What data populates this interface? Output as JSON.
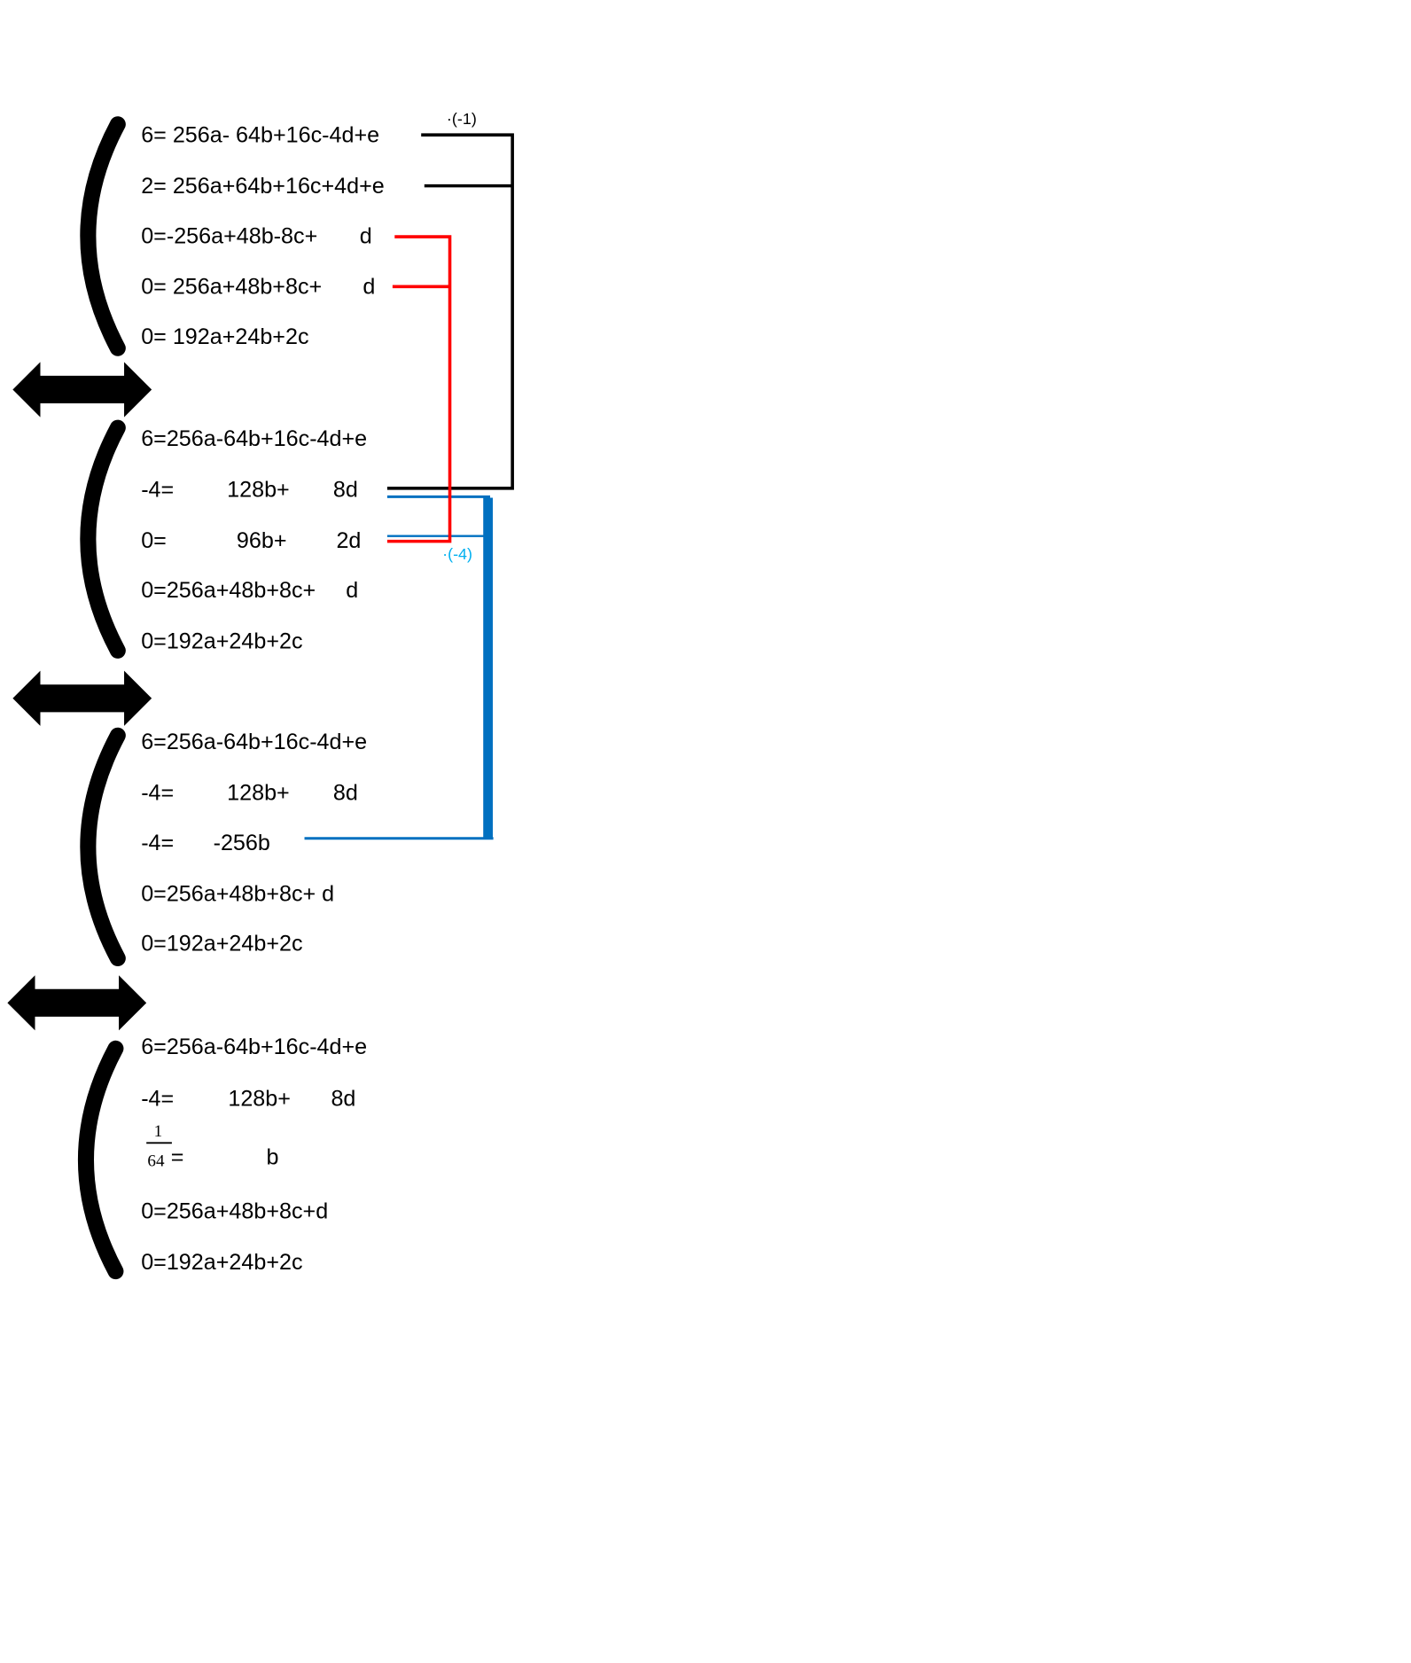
{
  "system1": {
    "eq1": "6= 256a- 64b+16c-4d+e",
    "eq2": "2= 256a+64b+16c+4d+e",
    "eq3a": "0=-256a+48b-8c+",
    "eq3b": "d",
    "eq4a": "0= 256a+48b+8c+",
    "eq4b": "d",
    "eq5": "0= 192a+24b+2c"
  },
  "system2": {
    "eq1": "6=256a-64b+16c-4d+e",
    "eq2a": "-4=",
    "eq2b": "128b+",
    "eq2c": "8d",
    "eq3a": "0=",
    "eq3b": "96b+",
    "eq3c": "2d",
    "eq4a": "0=256a+48b+8c+",
    "eq4b": "d",
    "eq5": "0=192a+24b+2c"
  },
  "system3": {
    "eq1": "6=256a-64b+16c-4d+e",
    "eq2a": "-4=",
    "eq2b": "128b+",
    "eq2c": "8d",
    "eq3a": "-4=",
    "eq3b": "-256b",
    "eq4": "0=256a+48b+8c+ d",
    "eq5": "0=192a+24b+2c"
  },
  "system4": {
    "eq1": "6=256a-64b+16c-4d+e",
    "eq2a": "-4=",
    "eq2b": "128b+",
    "eq2c": "8d",
    "eq3_num": "1",
    "eq3_den": "64",
    "eq3_eq": "=",
    "eq3b": "b",
    "eq4": "0=256a+48b+8c+d",
    "eq5": "0=192a+24b+2c"
  },
  "annotations": {
    "mult_neg1": "·(-1)",
    "mult_neg4": "·(-4)"
  },
  "colors": {
    "black": "#000000",
    "red": "#ff0000",
    "blue": "#0070c0",
    "light_blue": "#00b0f0"
  }
}
